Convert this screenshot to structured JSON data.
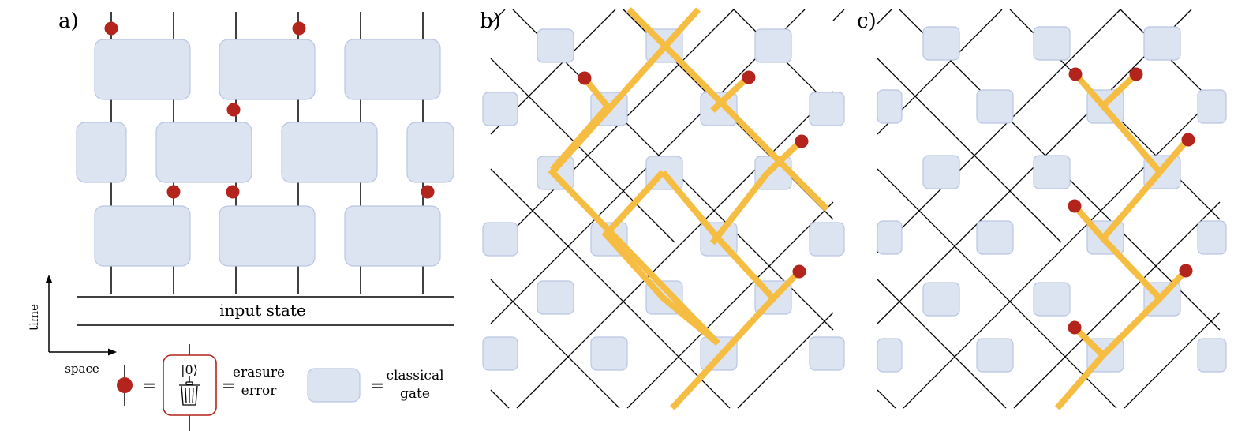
{
  "panels": {
    "a": {
      "label": "a)"
    },
    "b": {
      "label": "b)"
    },
    "c": {
      "label": "c)"
    }
  },
  "circuit": {
    "input_label": "input state",
    "time_axis_label": "time",
    "space_axis_label": "space"
  },
  "legend": {
    "equals": "=",
    "ket_zero": "|0⟩",
    "erasure_line1": "erasure",
    "erasure_line2": "error",
    "gate_line1": "classical",
    "gate_line2": "gate"
  },
  "colors": {
    "gate_fill": "#dce3f1",
    "gate_stroke": "#b9c6e2",
    "error_dot": "#b3241d",
    "path": "#f6bd43",
    "legend_box_border": "#b3241d"
  },
  "icons": {
    "erasure": "trash-can-icon"
  }
}
